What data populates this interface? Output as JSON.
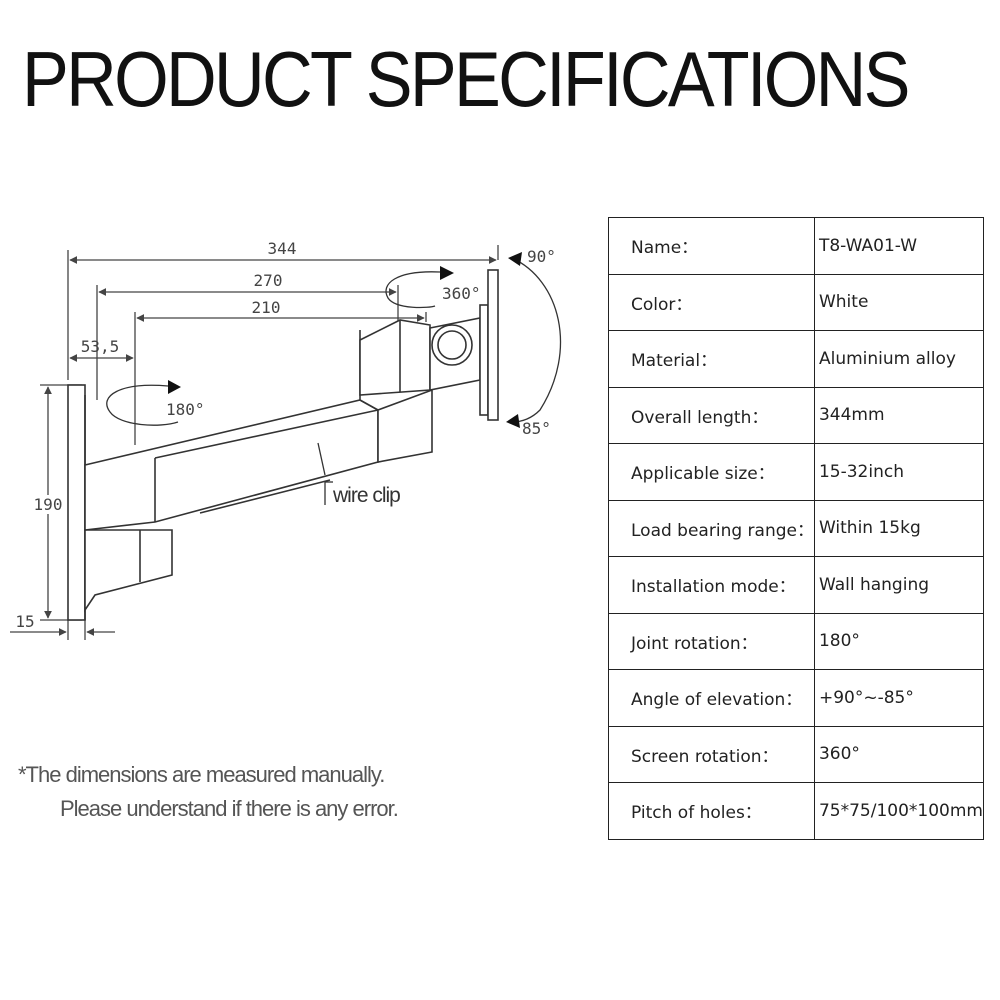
{
  "header": {
    "title": "PRODUCT SPECIFICATIONS"
  },
  "drawing": {
    "dimensions": {
      "overall": "344",
      "mid": "270",
      "inner": "210",
      "offset": "53,5",
      "height": "190",
      "base": "15"
    },
    "angles": {
      "tilt_up": "90°",
      "tilt_down": "85°",
      "screen_rotation": "360°",
      "joint_rotation": "180°"
    },
    "labels": {
      "wire_clip": "wire clip"
    },
    "colors": {
      "line": "#444444",
      "fill": "#ffffff"
    }
  },
  "note": {
    "line1": "*The dimensions are measured manually.",
    "line2": "Please understand if there is any error."
  },
  "specs": {
    "rows": [
      {
        "label": "Name：",
        "value": "T8-WA01-W"
      },
      {
        "label": "Color：",
        "value": " White"
      },
      {
        "label": "Material：",
        "value": " Aluminium alloy"
      },
      {
        "label": "Overall length：",
        "value": " 344mm"
      },
      {
        "label": "Applicable size：",
        "value": " 15-32inch"
      },
      {
        "label": "Load bearing range：",
        "value": " Within 15kg"
      },
      {
        "label": "Installation mode：",
        "value": "Wall hanging"
      },
      {
        "label": "Joint rotation：",
        "value": "180°"
      },
      {
        "label": "Angle of elevation：",
        "value": "+90°~-85°"
      },
      {
        "label": "Screen rotation：",
        "value": "360°"
      },
      {
        "label": "Pitch of holes：",
        "value": "75*75/100*100mm"
      }
    ]
  }
}
